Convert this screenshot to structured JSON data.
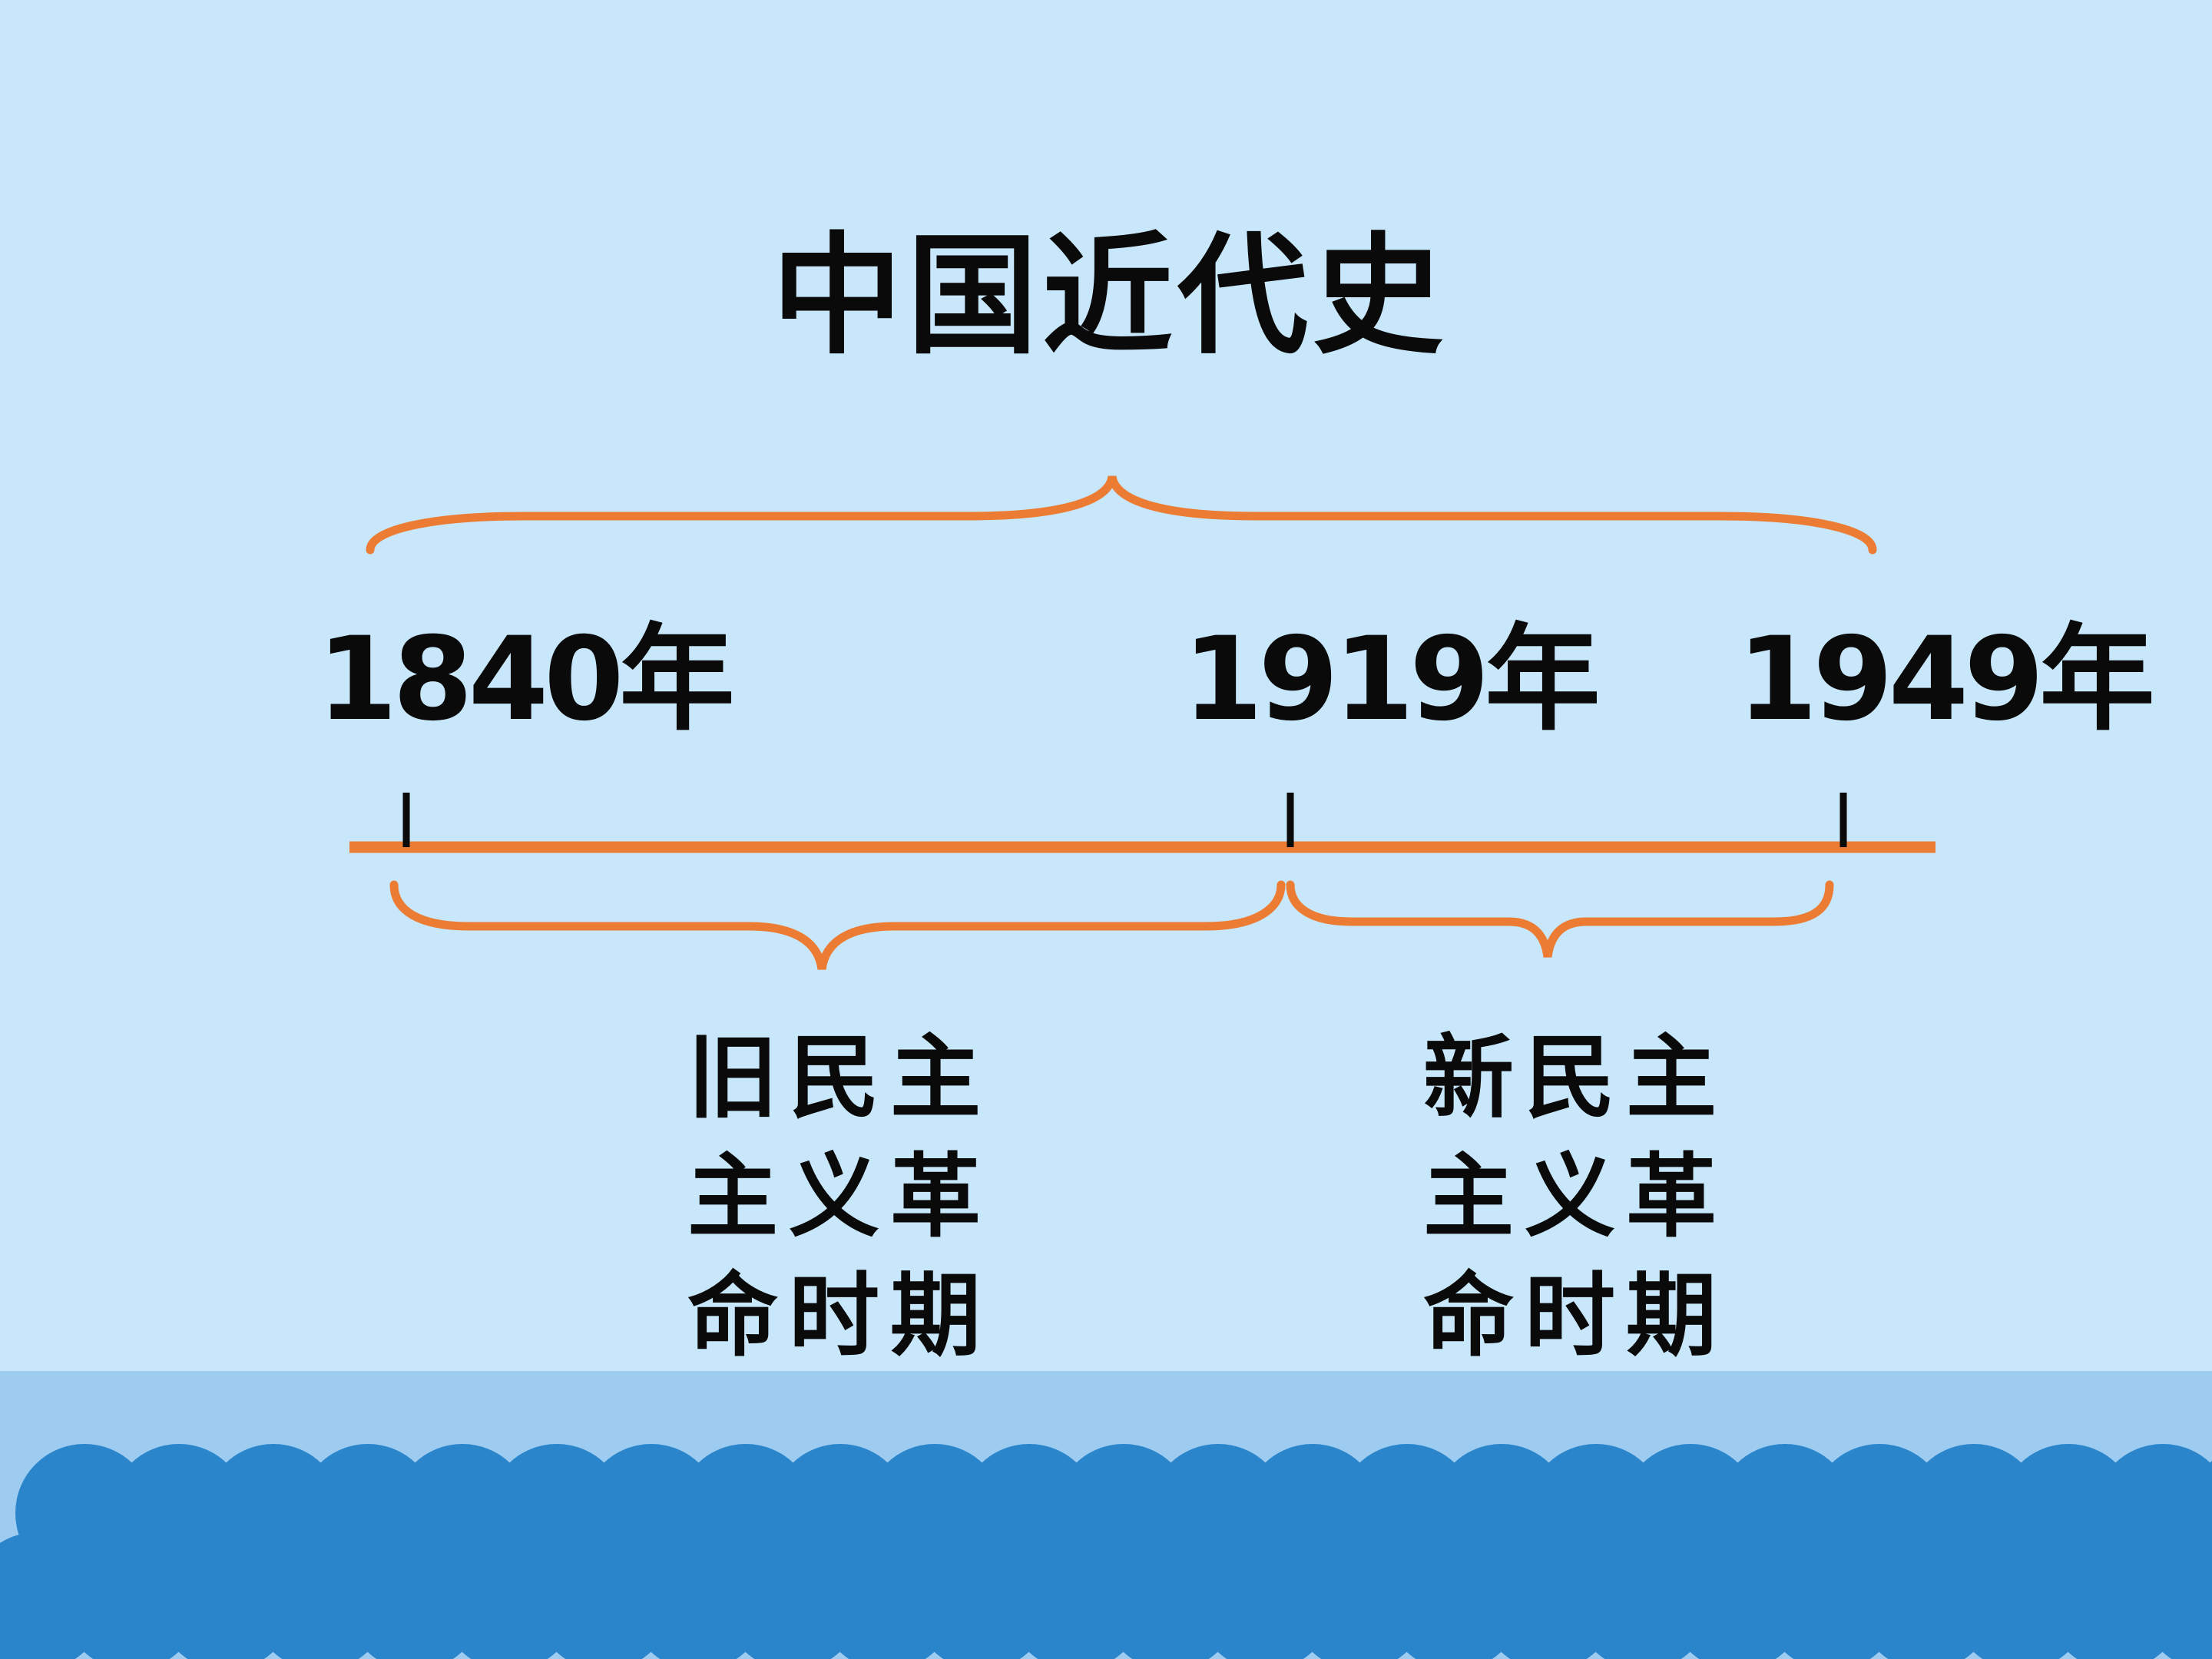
{
  "title": "中国近代史",
  "timeline": {
    "years": [
      {
        "label": "1840年",
        "year": 1840
      },
      {
        "label": "1919年",
        "year": 1919
      },
      {
        "label": "1949年",
        "year": 1949
      }
    ],
    "periods": [
      {
        "lines": [
          "旧民主",
          "主义革",
          "命时期"
        ],
        "from": 1840,
        "to": 1919
      },
      {
        "lines": [
          "新民主",
          "主义革",
          "命时期"
        ],
        "from": 1919,
        "to": 1949
      }
    ]
  },
  "colors": {
    "background": "#c8e7fa",
    "accent": "#ec7c33",
    "wave_dark": "#2b85cb",
    "wave_band": "#9ecbf0",
    "text": "#0a0a0a"
  }
}
